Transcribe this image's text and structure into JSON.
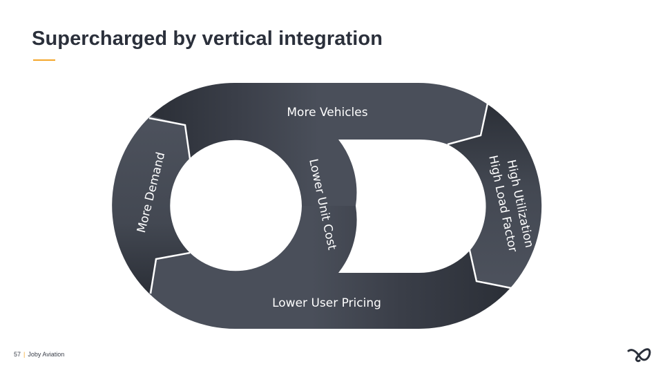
{
  "slide": {
    "title": "Supercharged by vertical integration",
    "accent_color": "#f4a62a",
    "page_number": "57",
    "separator": "|",
    "company": "Joby Aviation",
    "logo_icon": "joby-logo-icon"
  },
  "diagram": {
    "type": "flywheel-cycle",
    "fill_color": "#4a4f5a",
    "dark_color": "#2b2f37",
    "stages": [
      {
        "id": "more-vehicles",
        "label": "More Vehicles"
      },
      {
        "id": "high-utilization",
        "label_line1": "High Utilization",
        "label_line2": "High Load Factor"
      },
      {
        "id": "lower-user-pricing",
        "label": "Lower User Pricing"
      },
      {
        "id": "more-demand",
        "label": "More Demand"
      },
      {
        "id": "lower-unit-cost",
        "label": "Lower Unit Cost"
      }
    ]
  }
}
